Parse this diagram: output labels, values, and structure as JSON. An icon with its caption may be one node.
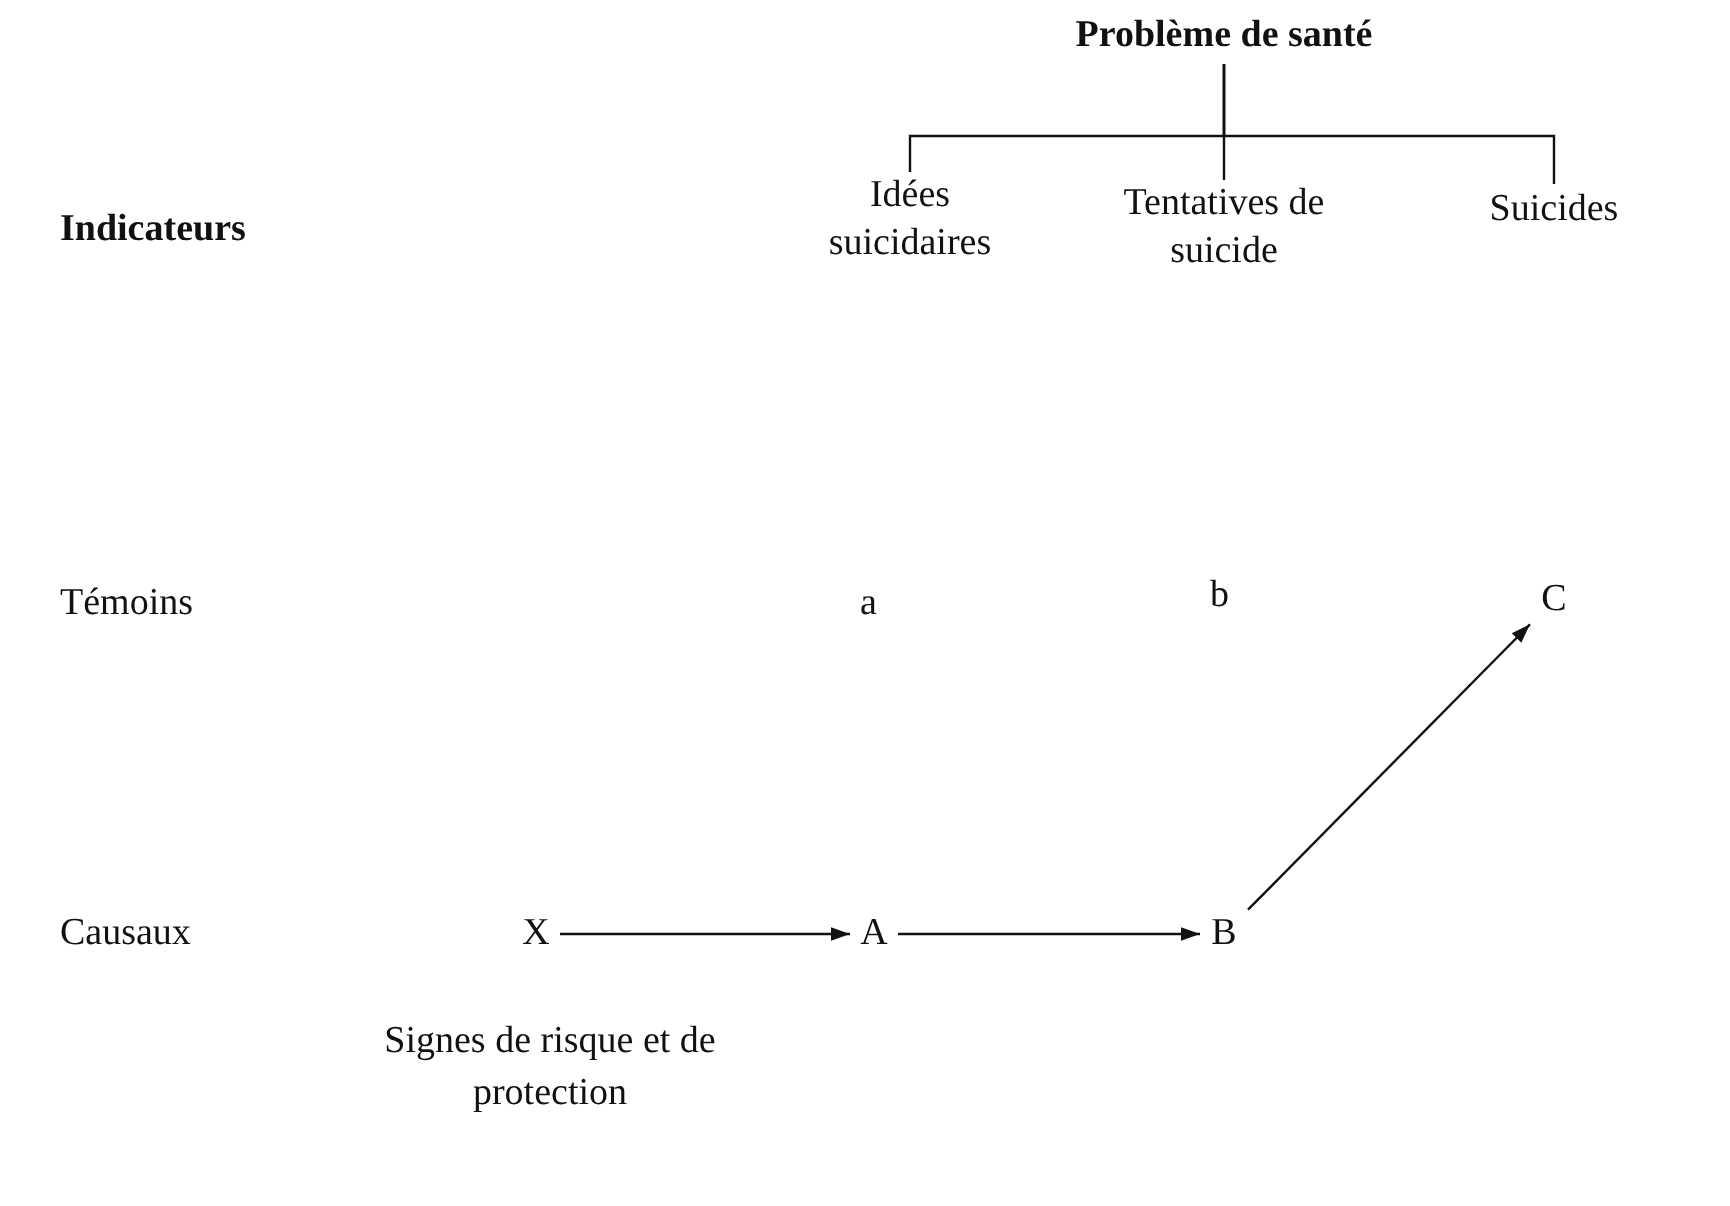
{
  "diagram": {
    "nodes": [
      {
        "text": [
          "Problème de santé"
        ]
      },
      {
        "text": [
          "Idées suicidaires"
        ]
      },
      {
        "text": [
          "Tentatives de suicide"
        ]
      },
      {
        "text": [
          "Suicides"
        ]
      },
      {
        "text": [
          "X"
        ]
      },
      {
        "text": [
          "A"
        ]
      },
      {
        "text": [
          "B"
        ]
      },
      {
        "text": [
          "C"
        ]
      }
    ],
    "edges": [
      {
        "from": 0,
        "to": 1,
        "arrow": "none"
      },
      {
        "from": 0,
        "to": 2,
        "arrow": "none"
      },
      {
        "from": 0,
        "to": 3,
        "arrow": "none"
      },
      {
        "from": 4,
        "to": 5,
        "arrow": "to"
      },
      {
        "from": 5,
        "to": 6,
        "arrow": "to"
      },
      {
        "from": 6,
        "to": 7,
        "arrow": "to"
      }
    ],
    "labels": [
      "Indicateurs",
      "Témoins",
      "a",
      "b",
      "Causaux",
      "Signes de risque et de protection"
    ]
  }
}
